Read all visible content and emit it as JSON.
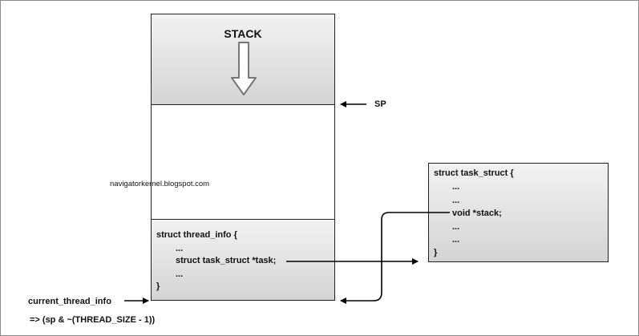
{
  "stack": {
    "title": "STACK"
  },
  "sp_label": "SP",
  "watermark": "navigatorkernel.blogspot.com",
  "thread_info": {
    "lines": [
      "struct thread_info {",
      "...",
      "struct task_struct *task;",
      "...",
      "}"
    ]
  },
  "task_struct": {
    "lines": [
      "struct task_struct {",
      "...",
      "...",
      "void *stack;",
      "...",
      "...",
      "}"
    ]
  },
  "current_thread_info": {
    "label": "current_thread_info",
    "formula": "=> (sp & ~(THREAD_SIZE - 1))"
  }
}
